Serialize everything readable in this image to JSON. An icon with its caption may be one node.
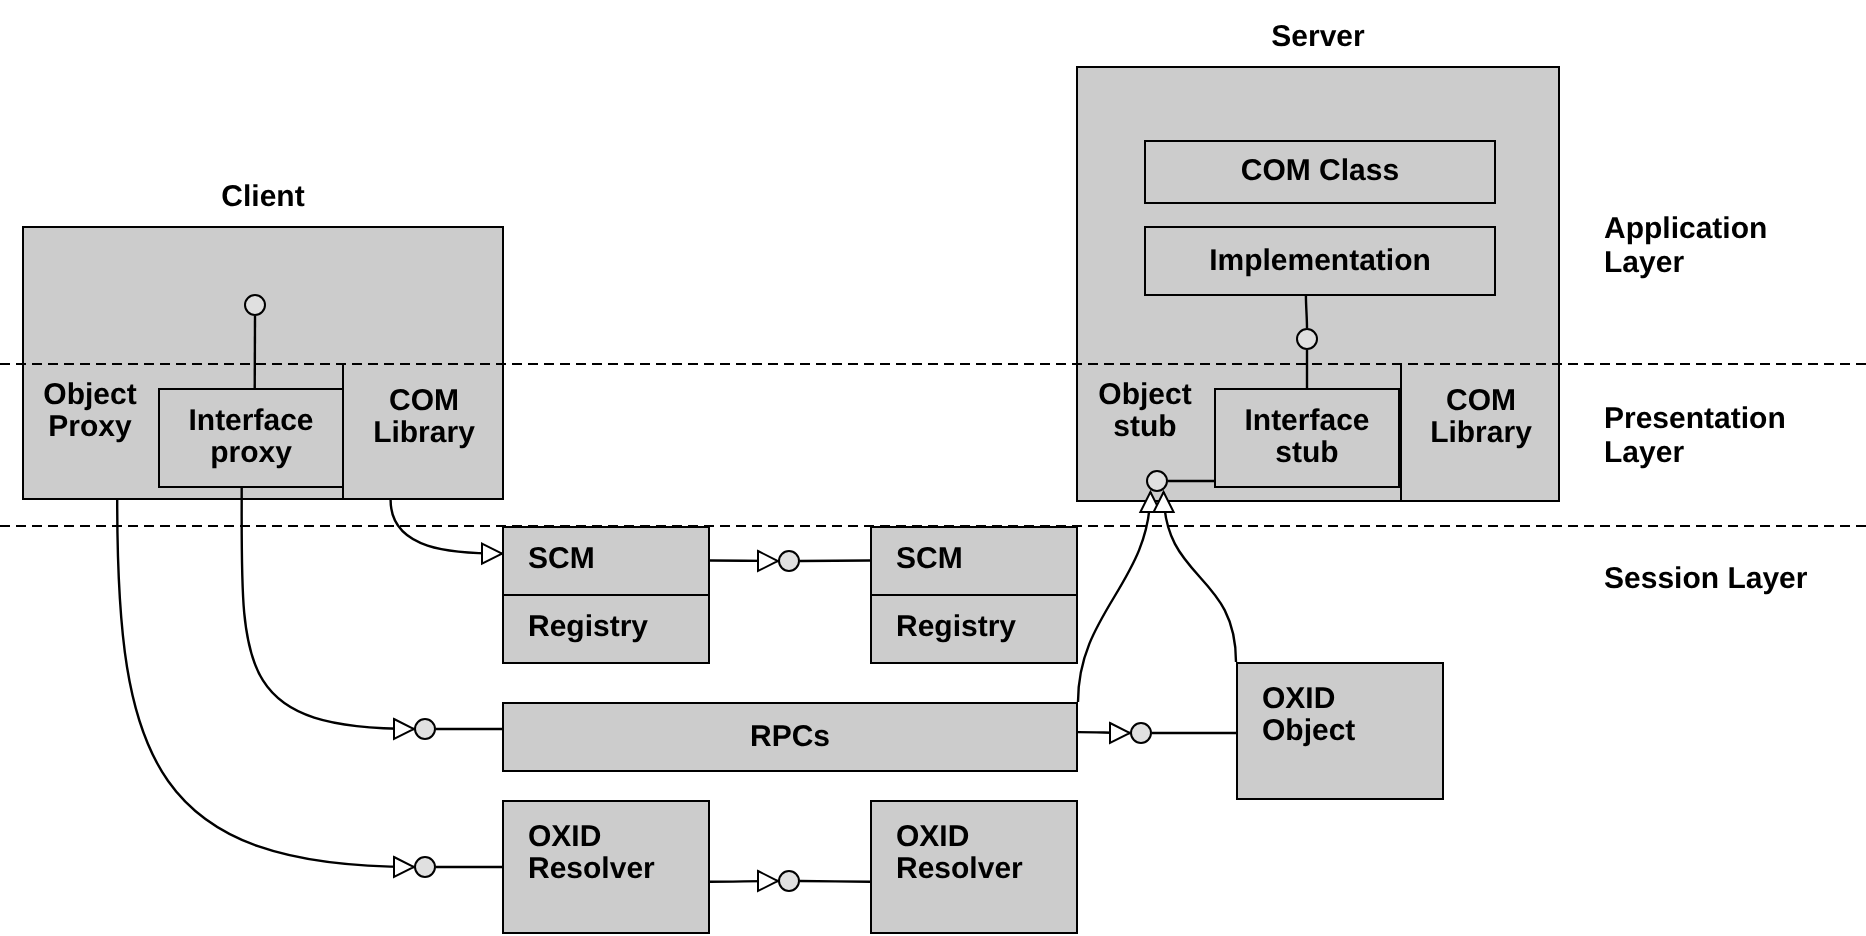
{
  "diagram": {
    "nodes": [
      {
        "text": [
          "Client"
        ]
      },
      {
        "text": [
          "Object Proxy"
        ],
        "in": 0
      },
      {
        "text": [
          "Interface proxy"
        ],
        "in": 0
      },
      {
        "text": [
          "COM Library"
        ],
        "in": 0
      },
      {
        "text": [
          "Server"
        ]
      },
      {
        "text": [
          "COM Class"
        ],
        "in": 4
      },
      {
        "text": [
          "Implementation"
        ],
        "in": 4
      },
      {
        "text": [
          "Object stub"
        ],
        "in": 4
      },
      {
        "text": [
          "Interface stub"
        ],
        "in": 4
      },
      {
        "text": [
          "COM Library"
        ],
        "in": 4
      },
      {
        "text": [
          "SCM",
          "Registry"
        ]
      },
      {
        "text": [
          "SCM",
          "Registry"
        ]
      },
      {
        "text": [
          "RPCs"
        ]
      },
      {
        "text": [
          "OXID Object"
        ]
      },
      {
        "text": [
          "OXID Resolver"
        ]
      },
      {
        "text": [
          "OXID Resolver"
        ]
      },
      {
        "text": [],
        "shape": "circle",
        "in": 0
      },
      {
        "text": [],
        "shape": "circle",
        "in": 4
      },
      {
        "text": [],
        "shape": "circle",
        "in": 7
      },
      {
        "text": [],
        "shape": "circle"
      },
      {
        "text": [],
        "shape": "circle"
      },
      {
        "text": [],
        "shape": "circle"
      },
      {
        "text": [],
        "shape": "circle"
      },
      {
        "text": [],
        "shape": "circle"
      }
    ],
    "edges": [
      {
        "from": 3,
        "to": 10,
        "arrow": "to"
      },
      {
        "from": 10,
        "to": 19,
        "arrow": "to"
      },
      {
        "from": 19,
        "to": 11,
        "arrow": "none"
      },
      {
        "from": 2,
        "to": 20,
        "arrow": "to"
      },
      {
        "from": 20,
        "to": 12,
        "arrow": "none"
      },
      {
        "from": 12,
        "to": 21,
        "arrow": "to"
      },
      {
        "from": 21,
        "to": 13,
        "arrow": "none"
      },
      {
        "from": 1,
        "to": 22,
        "arrow": "to"
      },
      {
        "from": 22,
        "to": 14,
        "arrow": "none"
      },
      {
        "from": 14,
        "to": 23,
        "arrow": "to"
      },
      {
        "from": 23,
        "to": 15,
        "arrow": "none"
      },
      {
        "from": 12,
        "to": 18,
        "arrow": "to"
      },
      {
        "from": 13,
        "to": 18,
        "arrow": "to"
      },
      {
        "from": 6,
        "to": 17,
        "arrow": "none"
      },
      {
        "from": 17,
        "to": 8,
        "arrow": "none"
      },
      {
        "from": 8,
        "to": 18,
        "arrow": "none"
      },
      {
        "from": 2,
        "to": 16,
        "arrow": "none"
      }
    ],
    "labels": [
      "Application Layer",
      "Presentation Layer",
      "Session Layer"
    ]
  }
}
